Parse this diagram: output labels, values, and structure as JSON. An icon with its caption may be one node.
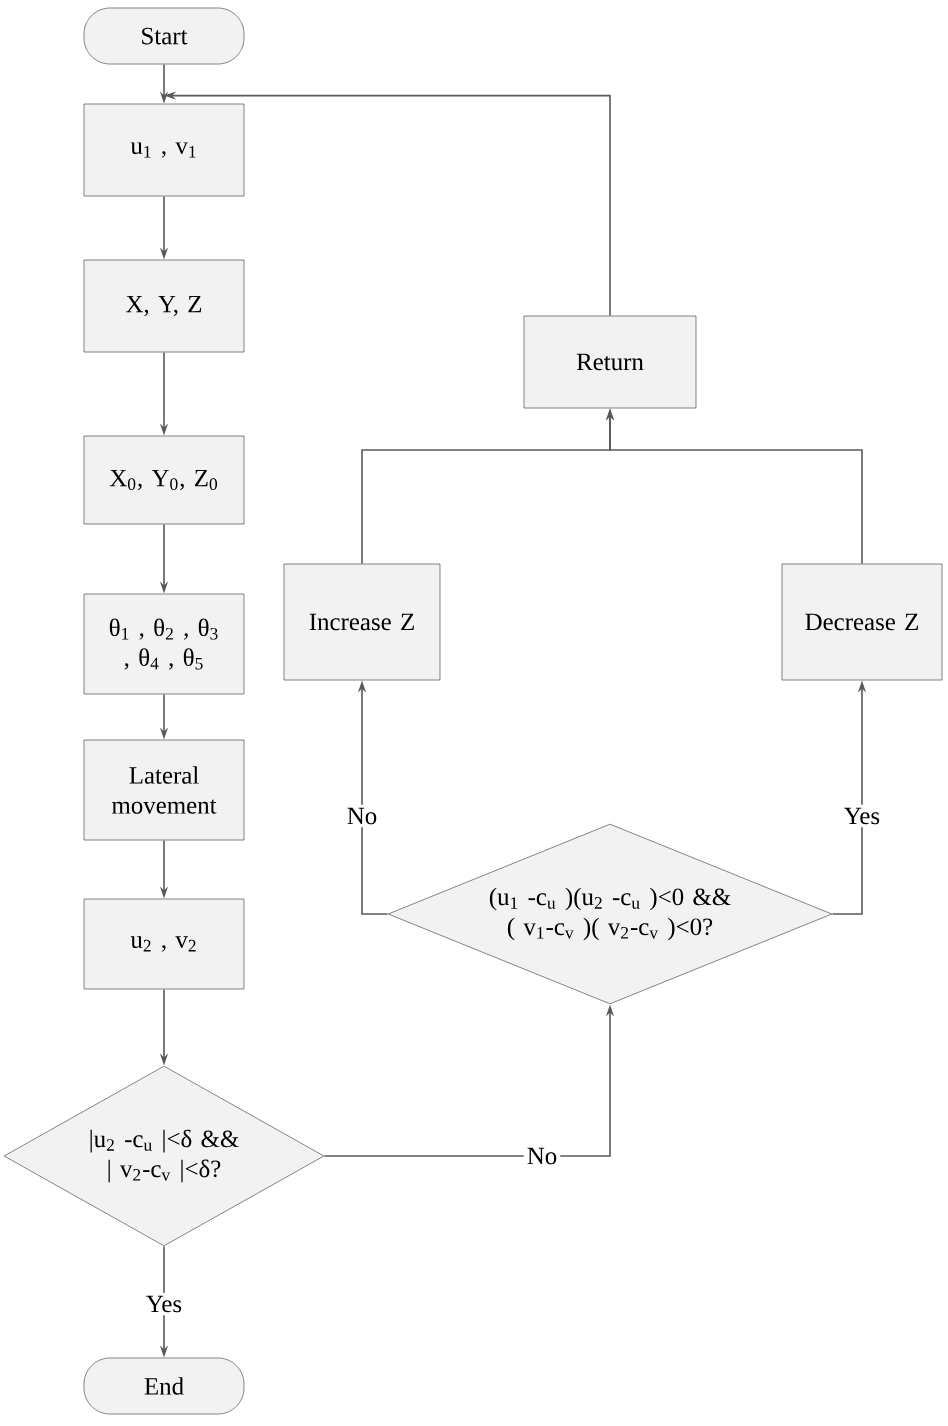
{
  "diagram": {
    "nodes": [
      {
        "text": [
          "Start"
        ]
      },
      {
        "text": [
          "u$_{1}$ , v$_{1}$"
        ]
      },
      {
        "text": [
          "X, Y, Z"
        ]
      },
      {
        "text": [
          "X$_{0}$, Y$_{0}$, Z$_{0}$"
        ]
      },
      {
        "text": [
          "θ$_{1}$ , θ$_{2}$ , θ$_{3}$ , θ$_{4}$ , θ$_{5}$"
        ]
      },
      {
        "text": [
          "Lateral movement"
        ]
      },
      {
        "text": [
          "u$_{2}$ , v$_{2}$"
        ]
      },
      {
        "text": [
          "|u$_{2}$ -c$_{u}$ |<δ && | v$_{2}$-c$_{v}$ |<δ?"
        ]
      },
      {
        "text": [
          "End"
        ]
      },
      {
        "text": [
          "Increase Z"
        ]
      },
      {
        "text": [
          "Decrease Z"
        ]
      },
      {
        "text": [
          "Return"
        ]
      },
      {
        "text": [
          "(u$_{1}$ -c$_{u}$ )(u$_{2}$ -c$_{u}$ )<0 && ( v$_{1}$-c$_{v}$ )( v$_{2}$-c$_{v}$ )<0?"
        ]
      }
    ],
    "edges": [
      {
        "from": 0,
        "to": 1,
        "arrow": "to"
      },
      {
        "from": 1,
        "to": 2,
        "arrow": "to"
      },
      {
        "from": 2,
        "to": 3,
        "arrow": "to"
      },
      {
        "from": 3,
        "to": 4,
        "arrow": "to"
      },
      {
        "from": 4,
        "to": 5,
        "arrow": "to"
      },
      {
        "from": 5,
        "to": 6,
        "arrow": "to"
      },
      {
        "from": 6,
        "to": 7,
        "arrow": "to"
      },
      {
        "from": 7,
        "to": 8,
        "arrow": "to",
        "label": "Yes"
      },
      {
        "from": 7,
        "to": 12,
        "arrow": "to",
        "label": "No"
      },
      {
        "from": 12,
        "to": 9,
        "arrow": "to",
        "label": "No"
      },
      {
        "from": 12,
        "to": 10,
        "arrow": "to",
        "label": "Yes"
      },
      {
        "from": 9,
        "to": 11,
        "arrow": "to"
      },
      {
        "from": 10,
        "to": 11,
        "arrow": "to"
      },
      {
        "from": 11,
        "to": 1,
        "arrow": "to"
      }
    ]
  }
}
